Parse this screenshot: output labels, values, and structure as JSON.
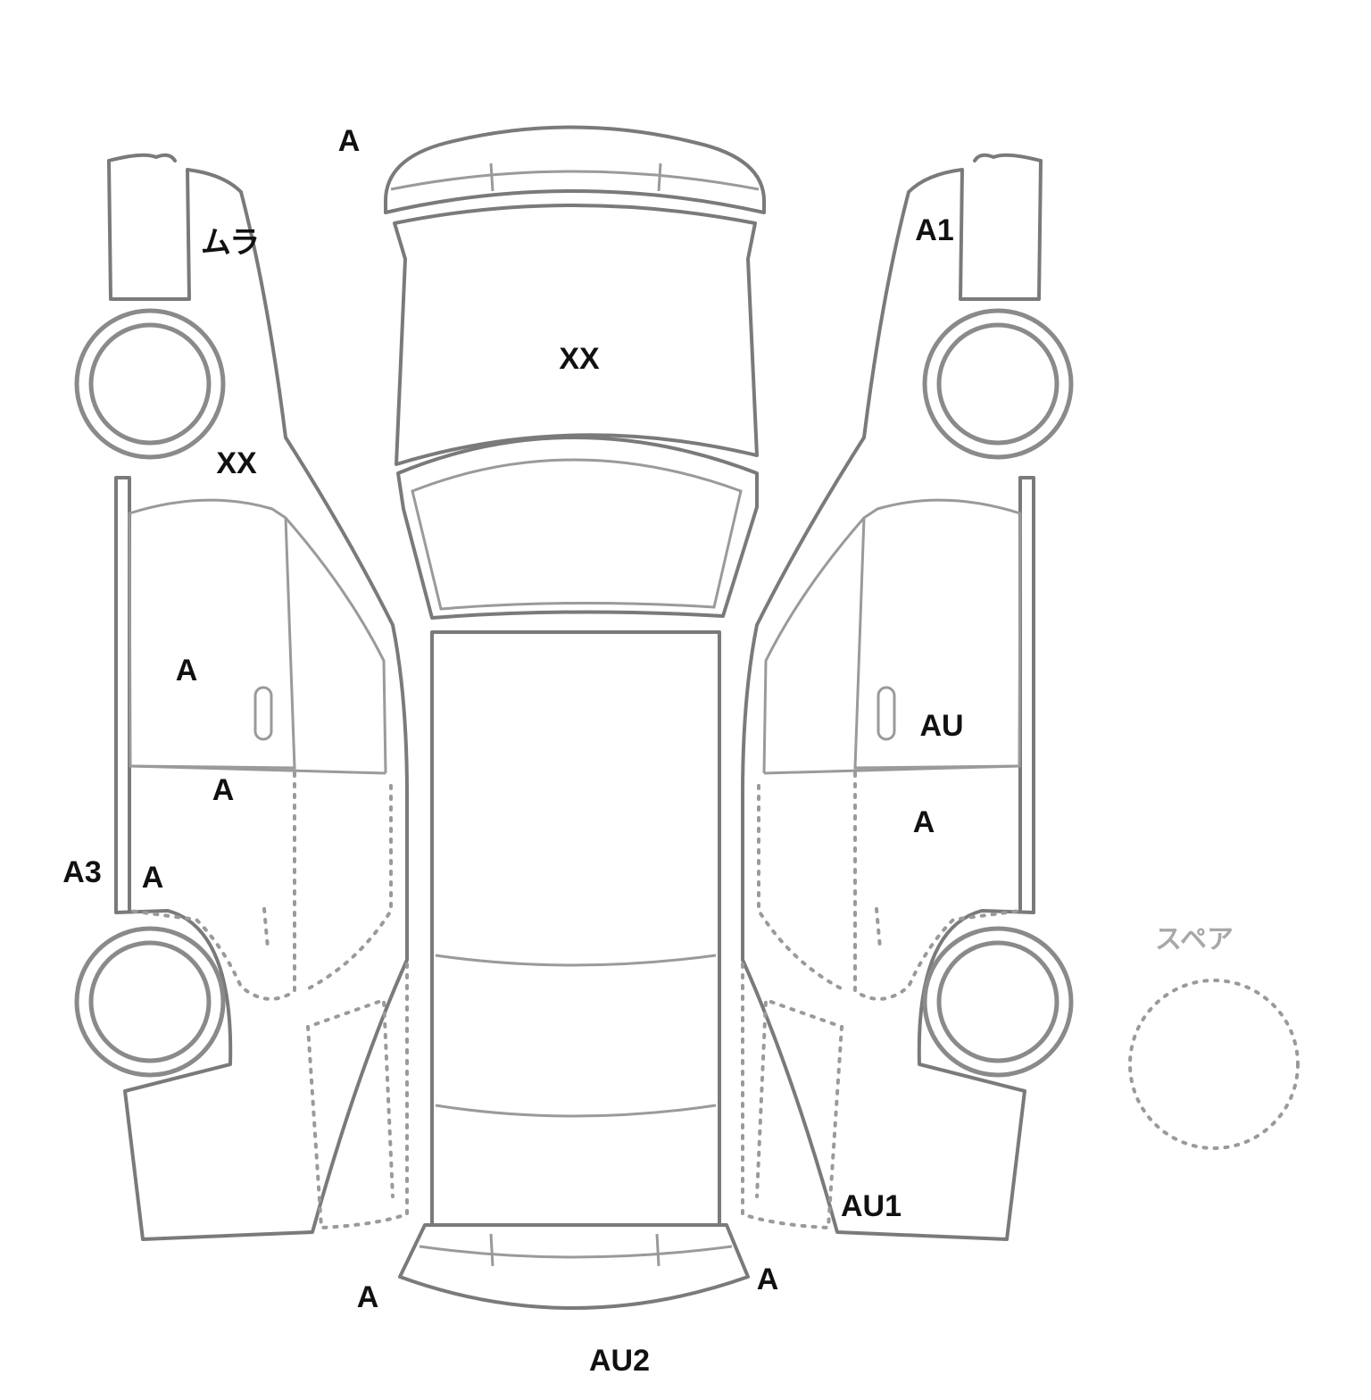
{
  "labels": {
    "top_left_a": "A",
    "left_front_fender": "ムラ",
    "top_right_a1": "A1",
    "hood": "XX",
    "left_pillar": "XX",
    "left_front_door": "A",
    "left_rear_door_upper": "A",
    "left_rocker": "A3",
    "left_rear_door_lower": "A",
    "right_front_door": "AU",
    "right_rear_door": "A",
    "right_rear_quarter": "AU1",
    "rear_left": "A",
    "rear_right": "A",
    "rear_bumper": "AU2"
  },
  "spare": {
    "label": "スペア"
  }
}
